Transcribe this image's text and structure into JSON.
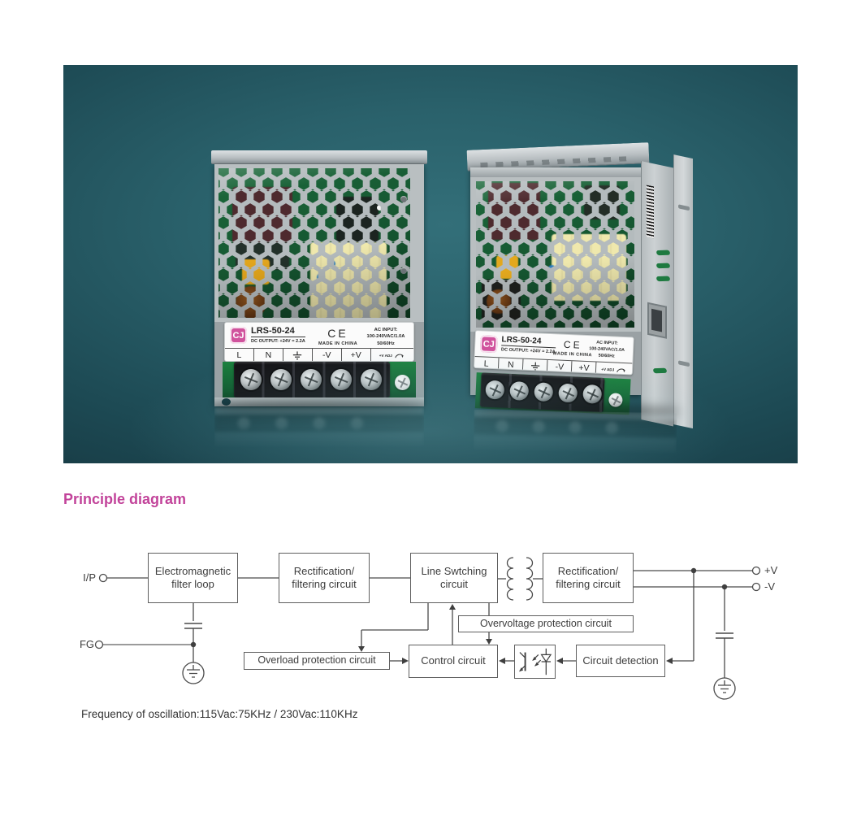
{
  "title": {
    "text": "Principle diagram"
  },
  "product": {
    "model": "LRS-50-24",
    "dc_output": "DC OUTPUT: +24V = 2.2A",
    "ce_mark": "CE",
    "made_in": "MADE IN CHINA",
    "logo_text": "CJ",
    "ac_input": {
      "line1": "AC  INPUT:",
      "line2": "100-240VAC/1.0A",
      "line3": "50/60Hz"
    },
    "adj_label": "+V ADJ",
    "terminals": {
      "l": "L",
      "n": "N",
      "minus_v": "-V",
      "plus_v": "+V"
    }
  },
  "diagram": {
    "boxes": {
      "emf_line1": "Electromagnetic",
      "emf_line2": "filter loop",
      "rect_line1": "Rectification/",
      "rect_line2": "filtering circuit",
      "switching_line1": "Line Swtching",
      "switching_line2": "circuit",
      "overvoltage": "Overvoltage protection circuit",
      "overload": "Overload protection circuit",
      "control": "Control circuit",
      "detection": "Circuit detection"
    },
    "terminals": {
      "input": "I/P",
      "fg": "FG",
      "v_plus": "+V",
      "v_minus": "-V"
    },
    "note": "Frequency of oscillation:115Vac:75KHz / 230Vac:110KHz"
  },
  "colors": {
    "accent_pink": "#c2439a",
    "hero_teal": "#2a616b",
    "pcb_green": "#1c6a3c"
  }
}
